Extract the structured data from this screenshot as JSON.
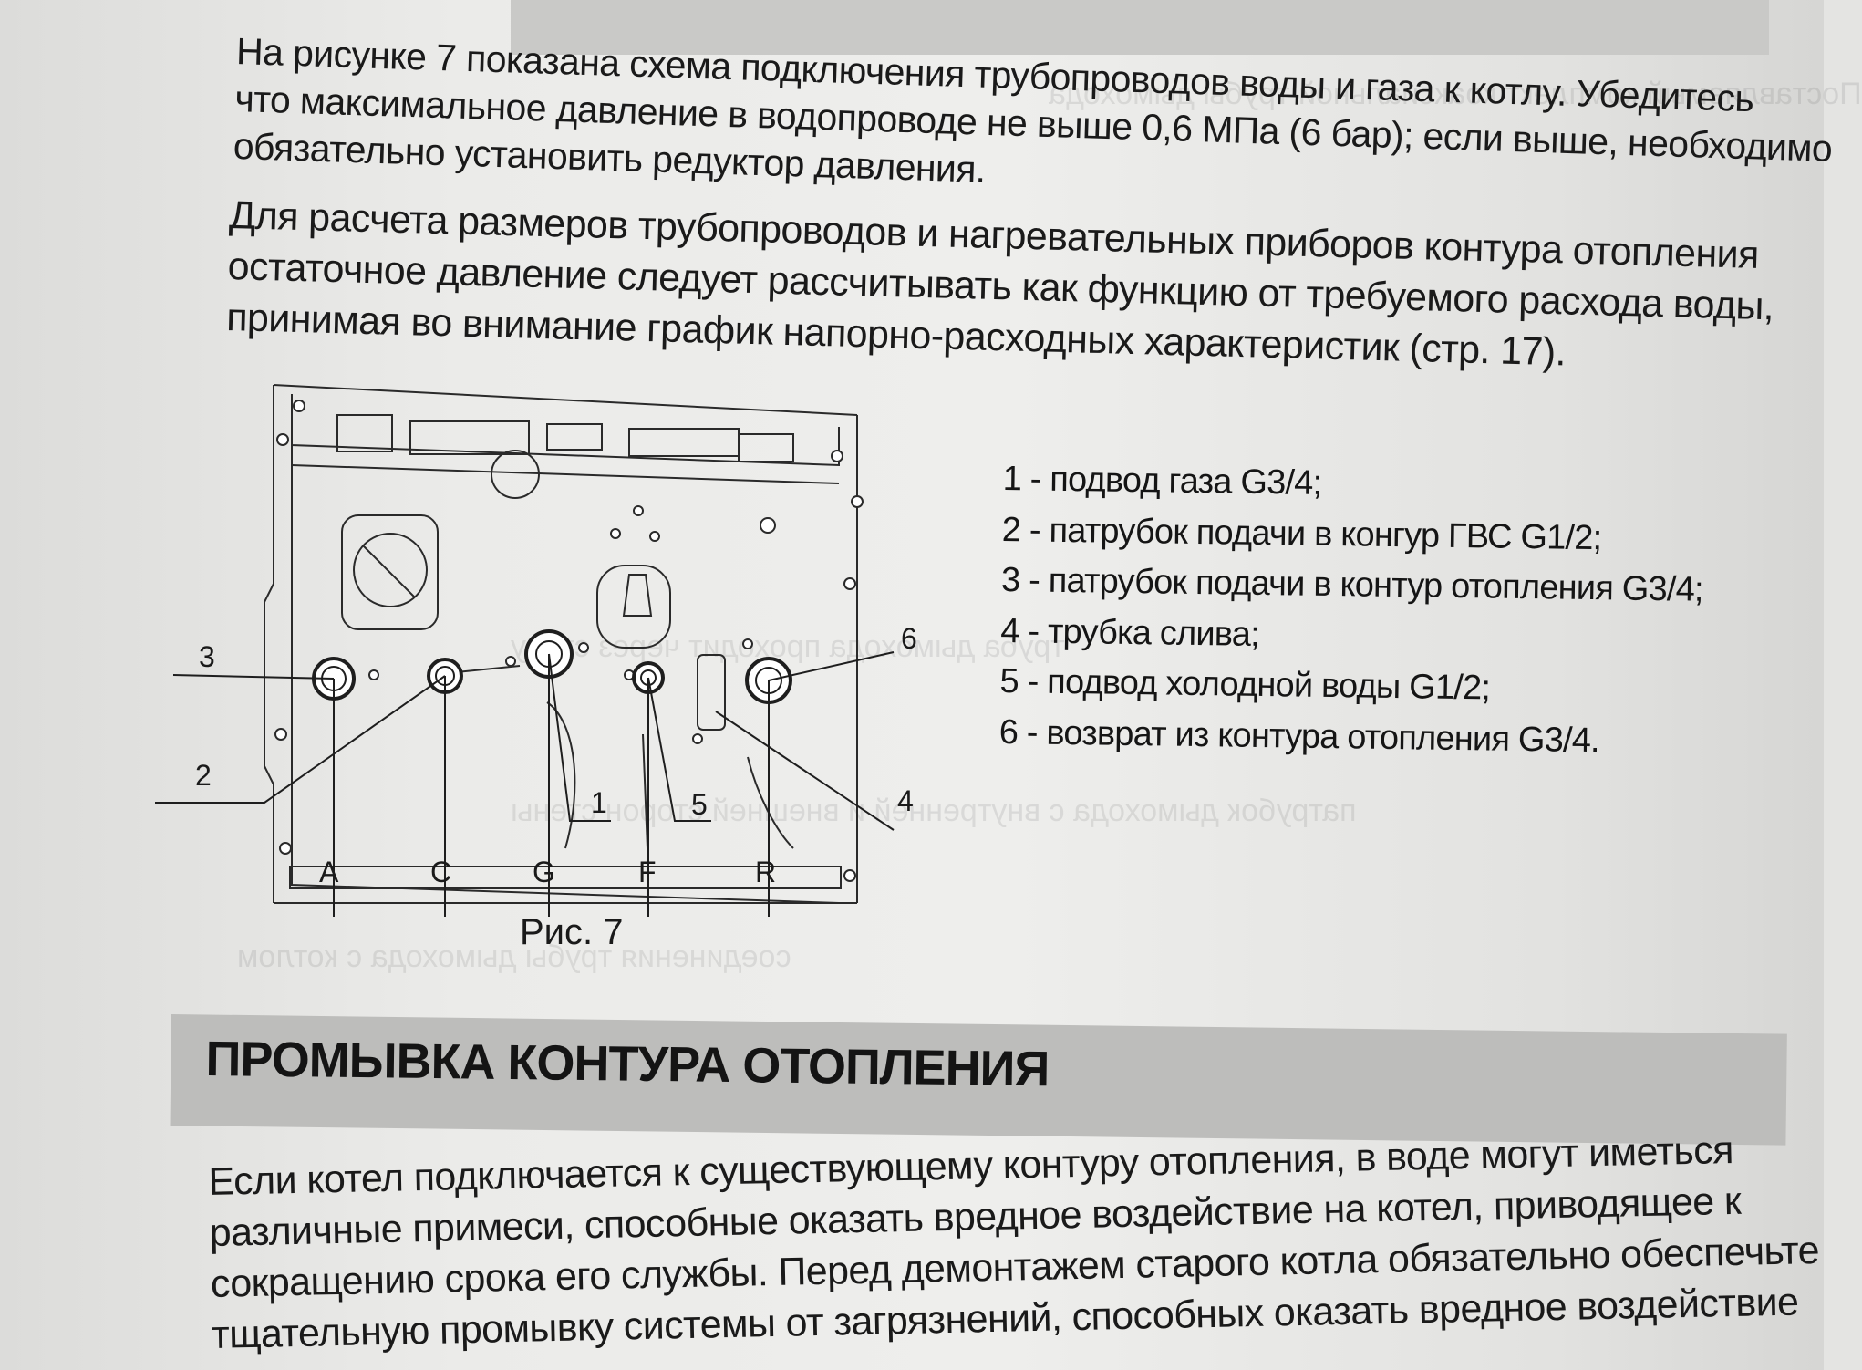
{
  "intro_lines": [
    "На рисунке 7 показана схема подключения трубопроводов воды и газа к котлу. Убедитесь",
    "что максимальное давление в водопроводе не выше 0,6 МПа (6 бар); если выше, необходимо",
    "обязательно установить редуктор давления."
  ],
  "calc_lines": [
    "Для расчета размеров трубопроводов и нагревательных приборов контура отопления",
    "остаточное давление следует рассчитывать как функцию от требуемого расхода воды,",
    "принимая во внимание график напорно-расходных характеристик (стр. 17)."
  ],
  "figure": {
    "callouts": [
      "1",
      "2",
      "3",
      "4",
      "5",
      "6"
    ],
    "connections": [
      "A",
      "C",
      "G",
      "F",
      "R"
    ],
    "caption": "Рис. 7"
  },
  "legend_items": [
    "1 - подвод газа G3/4;",
    "2 - патрубок подачи в конгур ГВС G1/2;",
    "3 - патрубок подачи в контур отопления G3/4;",
    "4 - трубка слива;",
    "5 - подвод холодной воды G1/2;",
    "6 - возврат из контура отопления G3/4."
  ],
  "section": {
    "title": "ПРОМЫВКА КОНТУРА ОТОПЛЕНИЯ"
  },
  "body_lines": [
    "Если котел подключается к существующему контуру отопления, в воде могут иметься",
    "различные примеси, способные оказать вредное воздействие на котел, приводящее к",
    "сокращению срока его службы. Перед демонтажем старого котла обязательно обеспечьте",
    "тщательную промывку системы от загрязнений, способных оказать вредное воздействие"
  ]
}
